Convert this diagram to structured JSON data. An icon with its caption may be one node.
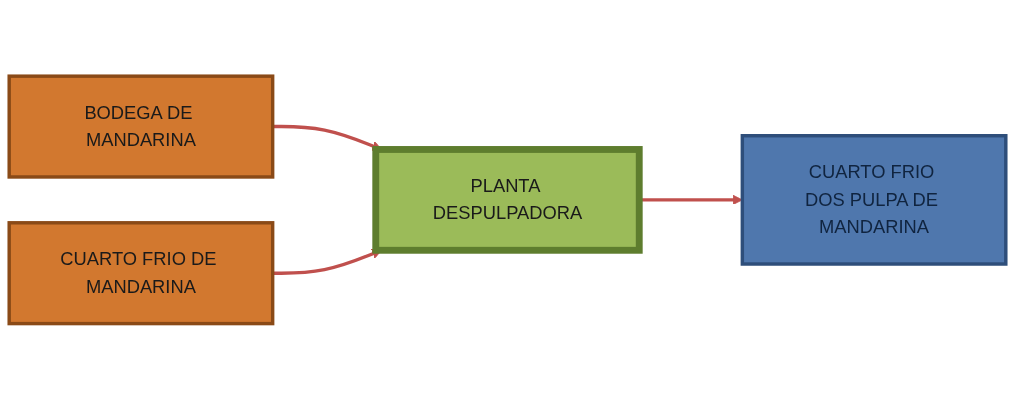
{
  "diagram": {
    "nodes": [
      {
        "text": [
          "BODEGA DE MANDARINA"
        ]
      },
      {
        "text": [
          "CUARTO FRIO DE MANDARINA"
        ]
      },
      {
        "text": [
          "PLANTA DESPULPADORA"
        ]
      },
      {
        "text": [
          "CUARTO FRIO DOS PULPA DE MANDARINA"
        ]
      }
    ],
    "edges": [
      {
        "from": 0,
        "to": 2,
        "arrow": "to"
      },
      {
        "from": 1,
        "to": 2,
        "arrow": "to"
      },
      {
        "from": 2,
        "to": 3,
        "arrow": "to"
      }
    ]
  }
}
